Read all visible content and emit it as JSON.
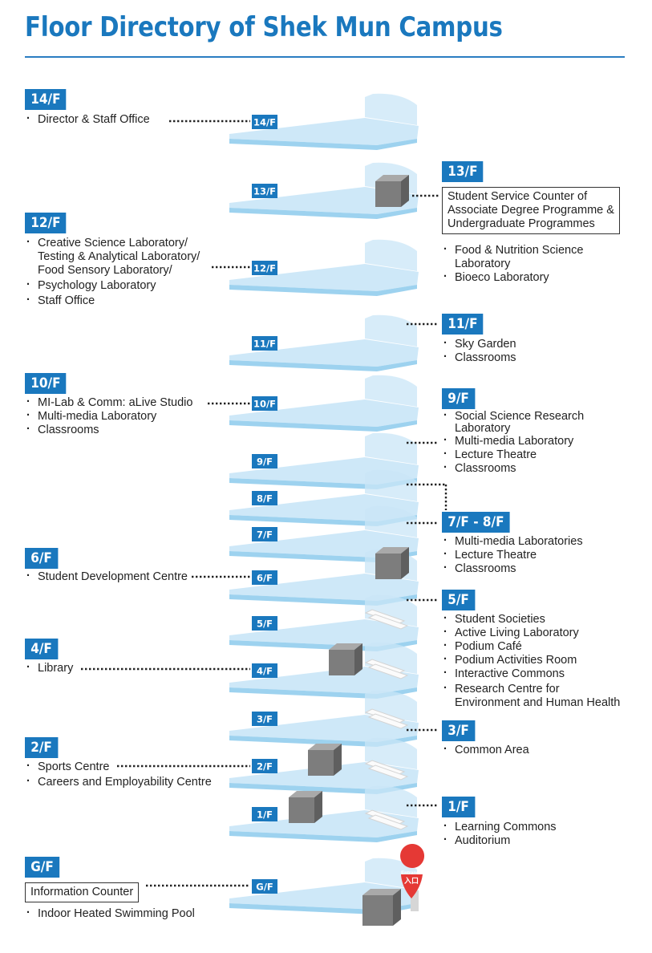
{
  "title": "Floor Directory of Shek Mun Campus",
  "colors": {
    "accent": "#1a78be",
    "floor_slab": "#c9e6f7",
    "floor_edge": "#9dd2ef",
    "room_block": "#808080"
  },
  "floor_plate_labels": [
    "14/F",
    "13/F",
    "12/F",
    "11/F",
    "10/F",
    "9/F",
    "8/F",
    "7/F",
    "6/F",
    "5/F",
    "4/F",
    "3/F",
    "2/F",
    "1/F",
    "G/F"
  ],
  "entrance_marker": {
    "icon": "map-pin-icon",
    "label_en": "Entrance",
    "label_zh": "入口"
  },
  "floors": {
    "f14": {
      "tag": "14/F",
      "items": [
        "Director & Staff Office"
      ]
    },
    "f13": {
      "tag": "13/F",
      "highlight": "Student Service Counter of\nAssociate Degree Programme &\nUndergraduate Programmes",
      "items": [
        "Food & Nutrition Science\nLaboratory",
        "Bioeco Laboratory"
      ]
    },
    "f12": {
      "tag": "12/F",
      "items": [
        "Creative Science Laboratory/\nTesting & Analytical Laboratory/\nFood Sensory Laboratory/",
        "Psychology Laboratory",
        "Staff Office"
      ]
    },
    "f11": {
      "tag": "11/F",
      "items": [
        "Sky Garden",
        "Classrooms"
      ]
    },
    "f10": {
      "tag": "10/F",
      "items": [
        "MI-Lab & Comm: aLive Studio",
        "Multi-media Laboratory",
        "Classrooms"
      ]
    },
    "f9": {
      "tag": "9/F",
      "items": [
        "Social Science Research\nLaboratory",
        "Multi-media Laboratory",
        "Lecture Theatre",
        "Classrooms"
      ]
    },
    "f78": {
      "tag": "7/F - 8/F",
      "items": [
        "Multi-media Laboratories",
        "Lecture Theatre",
        "Classrooms"
      ]
    },
    "f6": {
      "tag": "6/F",
      "items": [
        "Student Development Centre"
      ]
    },
    "f5": {
      "tag": "5/F",
      "items": [
        "Student Societies",
        "Active Living Laboratory",
        "Podium Café",
        "Podium Activities Room",
        "Interactive Commons",
        "Research Centre for\nEnvironment and Human Health"
      ]
    },
    "f4": {
      "tag": "4/F",
      "items": [
        "Library"
      ]
    },
    "f3": {
      "tag": "3/F",
      "items": [
        "Common Area"
      ]
    },
    "f2": {
      "tag": "2/F",
      "items": [
        "Sports Centre",
        "Careers and Employability Centre"
      ]
    },
    "f1": {
      "tag": "1/F",
      "items": [
        "Learning Commons",
        "Auditorium"
      ]
    },
    "gf": {
      "tag": "G/F",
      "highlight": "Information Counter",
      "items": [
        "Indoor Heated Swimming Pool"
      ]
    }
  }
}
